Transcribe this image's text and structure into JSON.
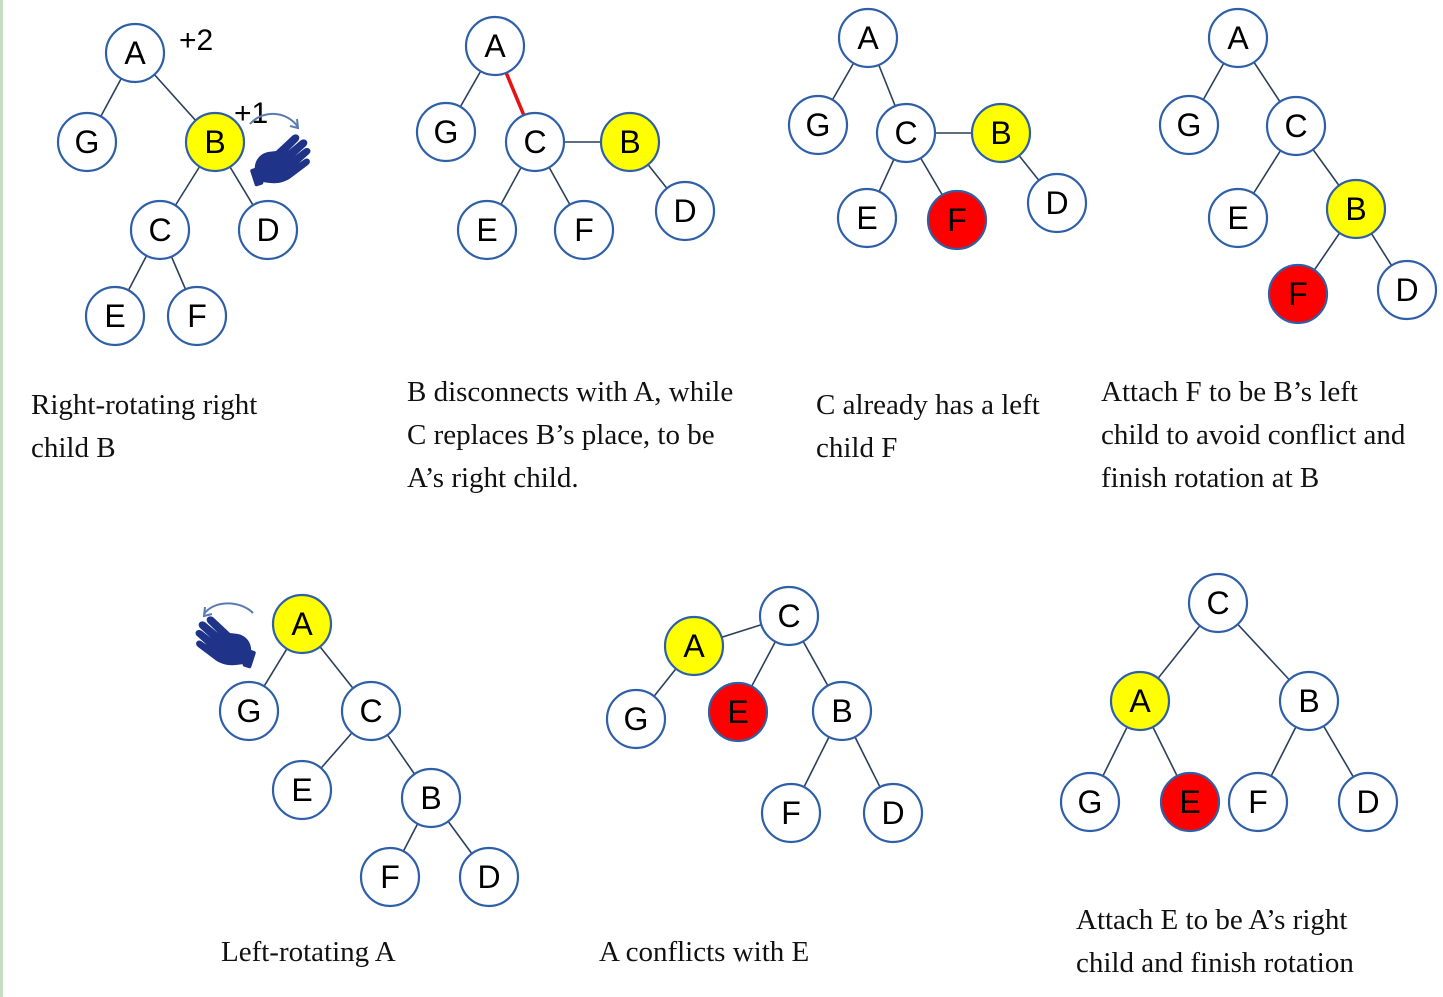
{
  "colors": {
    "node_fill": "#ffffff",
    "node_stroke": "#2e5fa8",
    "edge": "#2b3f5c",
    "highlight_yellow": "#ffff00",
    "conflict_red": "#ff0000",
    "removed_edge": "#e81010",
    "hand": "#1f3489",
    "rotate_arrow": "#5b7bb0"
  },
  "panels": [
    {
      "caption": "Right-rotating right\nchild B",
      "badges": [
        "+2",
        "+1"
      ],
      "nodes": [
        "A",
        "G",
        "B",
        "C",
        "D",
        "E",
        "F"
      ],
      "highlighted": [
        "B"
      ],
      "conflicts": [],
      "gesture_icon": "hand-rotate-right-icon"
    },
    {
      "caption": "B disconnects with A, while\nC replaces B’s place, to be\nA’s right child.",
      "nodes": [
        "A",
        "G",
        "C",
        "B",
        "E",
        "F",
        "D"
      ],
      "highlighted": [
        "B"
      ],
      "conflicts": [],
      "removed_edge": [
        "A",
        "C"
      ]
    },
    {
      "caption": "C already has a left\nchild F",
      "nodes": [
        "A",
        "G",
        "C",
        "B",
        "E",
        "F",
        "D"
      ],
      "highlighted": [
        "B"
      ],
      "conflicts": [
        "F"
      ]
    },
    {
      "caption": "Attach F to be B’s left\nchild to avoid conflict and\nfinish rotation at B",
      "nodes": [
        "A",
        "G",
        "C",
        "E",
        "B",
        "F",
        "D"
      ],
      "highlighted": [
        "B"
      ],
      "conflicts": [
        "F"
      ]
    },
    {
      "caption": "Left-rotating A",
      "nodes": [
        "A",
        "G",
        "C",
        "E",
        "B",
        "F",
        "D"
      ],
      "highlighted": [
        "A"
      ],
      "conflicts": [],
      "gesture_icon": "hand-rotate-left-icon"
    },
    {
      "caption": "A conflicts with E",
      "nodes": [
        "C",
        "A",
        "G",
        "E",
        "B",
        "F",
        "D"
      ],
      "highlighted": [
        "A"
      ],
      "conflicts": [
        "E"
      ]
    },
    {
      "caption": "Attach E to be A’s right\nchild and finish rotation",
      "nodes": [
        "C",
        "A",
        "B",
        "G",
        "E",
        "F",
        "D"
      ],
      "highlighted": [
        "A"
      ],
      "conflicts": [
        "E"
      ]
    }
  ]
}
